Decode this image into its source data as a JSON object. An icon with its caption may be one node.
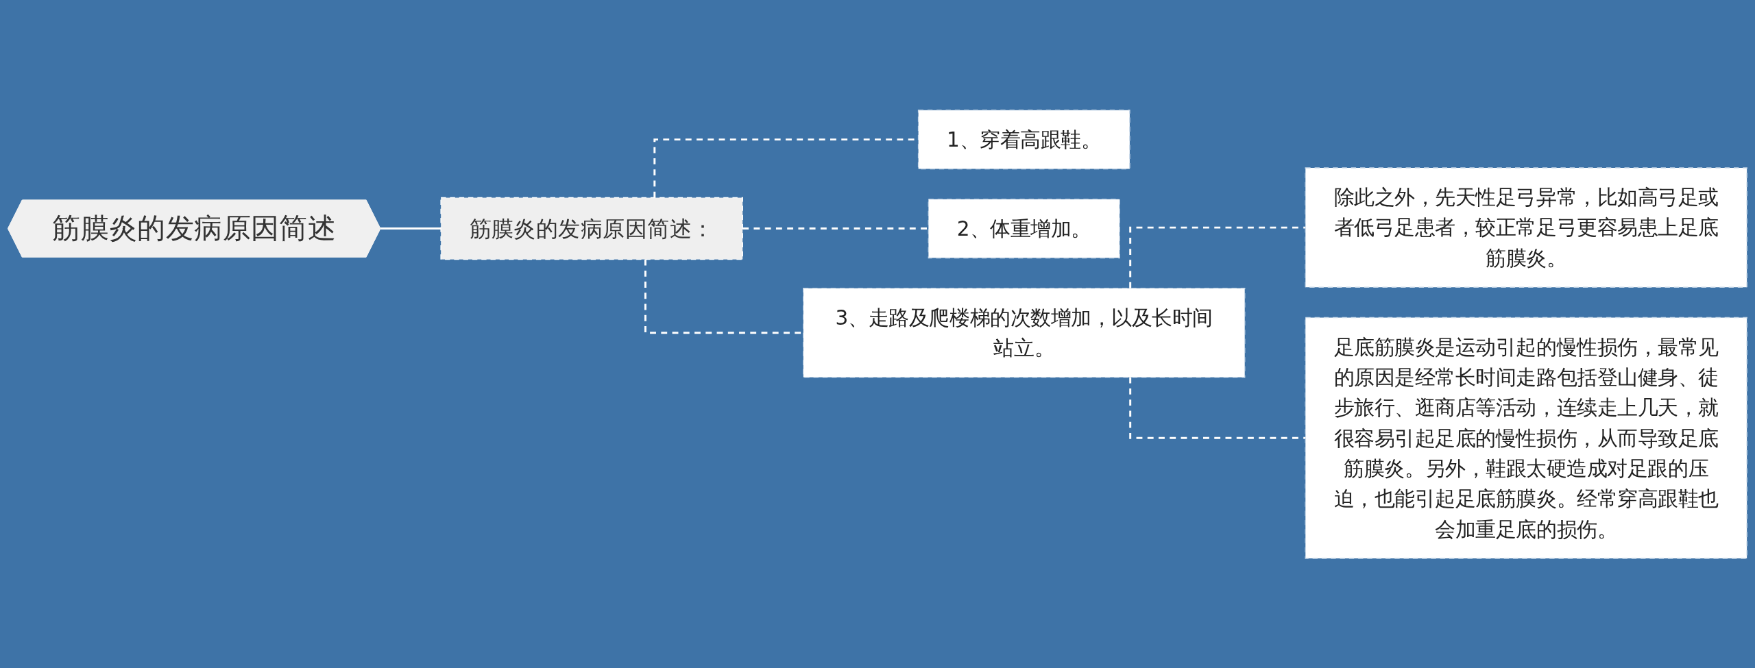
{
  "diagram": {
    "nodes": [
      {
        "text": [
          "筋膜炎的发病原因简述"
        ]
      },
      {
        "text": [
          "筋膜炎的发病原因简述："
        ]
      },
      {
        "text": [
          "1、穿着高跟鞋。"
        ]
      },
      {
        "text": [
          "2、体重增加。"
        ]
      },
      {
        "text": [
          "3、走路及爬楼梯的次数增加，以及长时间站立。"
        ]
      },
      {
        "text": [
          "除此之外，先天性足弓异常，比如高弓足或者低弓足患者，较正常足弓更容易患上足底筋膜炎。"
        ]
      },
      {
        "text": [
          "足底筋膜炎是运动引起的慢性损伤，最常见的原因是经常长时间走路包括登山健身、徒步旅行、逛商店等活动，连续走上几天，就很容易引起足底的慢性损伤，从而导致足底筋膜炎。另外，鞋跟太硬造成对足跟的压迫，也能引起足底筋膜炎。经常穿高跟鞋也会加重足底的损伤。"
        ]
      }
    ],
    "edges": [
      {
        "from": 0,
        "to": 1,
        "arrow": "none"
      },
      {
        "from": 1,
        "to": 2,
        "arrow": "none",
        "style": "dashed"
      },
      {
        "from": 1,
        "to": 3,
        "arrow": "none",
        "style": "dashed"
      },
      {
        "from": 1,
        "to": 4,
        "arrow": "none",
        "style": "dashed"
      },
      {
        "from": 4,
        "to": 5,
        "arrow": "none",
        "style": "dashed"
      },
      {
        "from": 4,
        "to": 6,
        "arrow": "none",
        "style": "dashed"
      }
    ]
  }
}
